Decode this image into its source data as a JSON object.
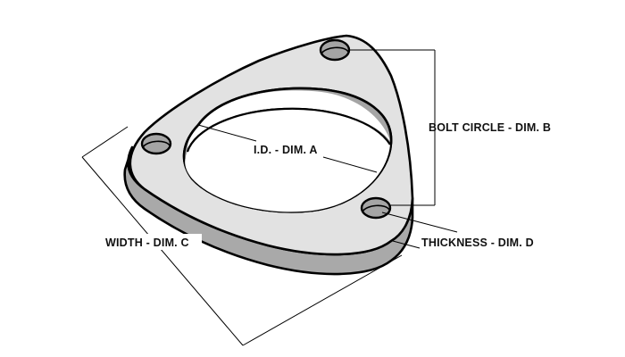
{
  "diagram": {
    "labels": {
      "inner_diameter": "I.D. - DIM. A",
      "bolt_circle": "BOLT CIRCLE - DIM. B",
      "width": "WIDTH - DIM. C",
      "thickness": "THICKNESS - DIM. D"
    },
    "colors": {
      "face": "#e2e2e2",
      "edge": "#a9a9a9",
      "inner_wall": "#a5a5a5",
      "outline": "#000000",
      "leader": "#000000"
    }
  }
}
